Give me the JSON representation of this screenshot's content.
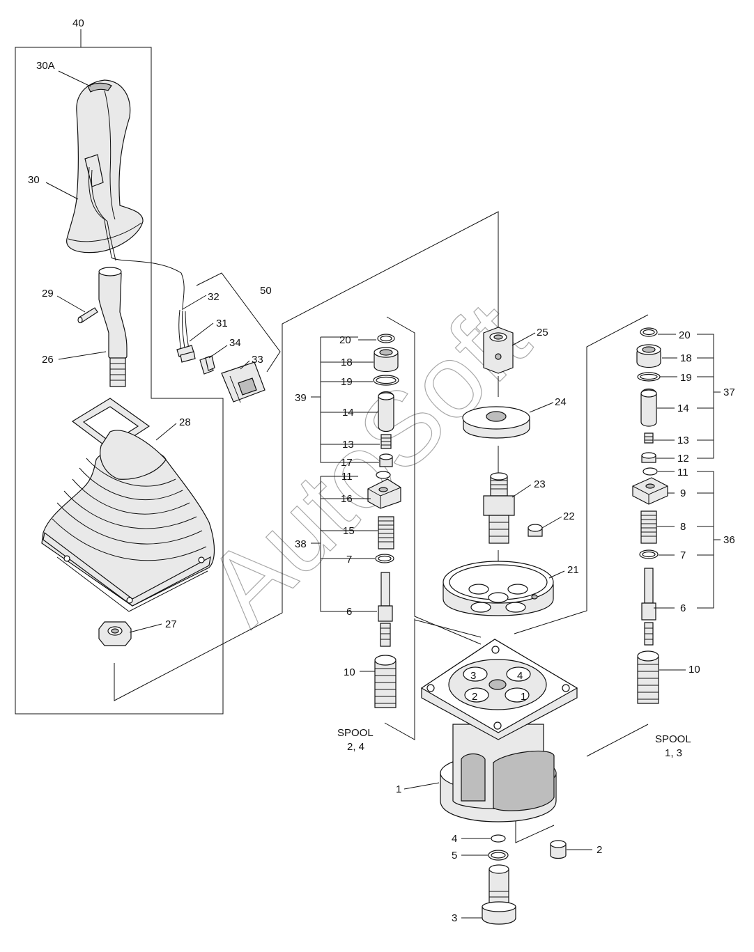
{
  "watermark": "AutoSoft",
  "labels": {
    "p1": "1",
    "p2": "2",
    "p3": "3",
    "p4": "4",
    "p5": "5",
    "p6a": "6",
    "p6b": "6",
    "p7a": "7",
    "p7b": "7",
    "p8": "8",
    "p9": "9",
    "p10a": "10",
    "p10b": "10",
    "p11a": "11",
    "p11b": "11",
    "p12": "12",
    "p13a": "13",
    "p13b": "13",
    "p14a": "14",
    "p14b": "14",
    "p15": "15",
    "p16": "16",
    "p17": "17",
    "p18a": "18",
    "p18b": "18",
    "p19a": "19",
    "p19b": "19",
    "p20a": "20",
    "p20b": "20",
    "p21": "21",
    "p22": "22",
    "p23": "23",
    "p24": "24",
    "p25": "25",
    "p26": "26",
    "p27": "27",
    "p28": "28",
    "p29": "29",
    "p30": "30",
    "p30A": "30A",
    "p31": "31",
    "p32": "32",
    "p33": "33",
    "p34": "34",
    "p36": "36",
    "p37": "37",
    "p38": "38",
    "p39": "39",
    "p40": "40",
    "p50": "50",
    "spool_left_1": "SPOOL",
    "spool_left_2": "2, 4",
    "spool_right_1": "SPOOL",
    "spool_right_2": "1, 3",
    "port_1": "1",
    "port_2": "2",
    "port_3": "3",
    "port_4": "4"
  }
}
